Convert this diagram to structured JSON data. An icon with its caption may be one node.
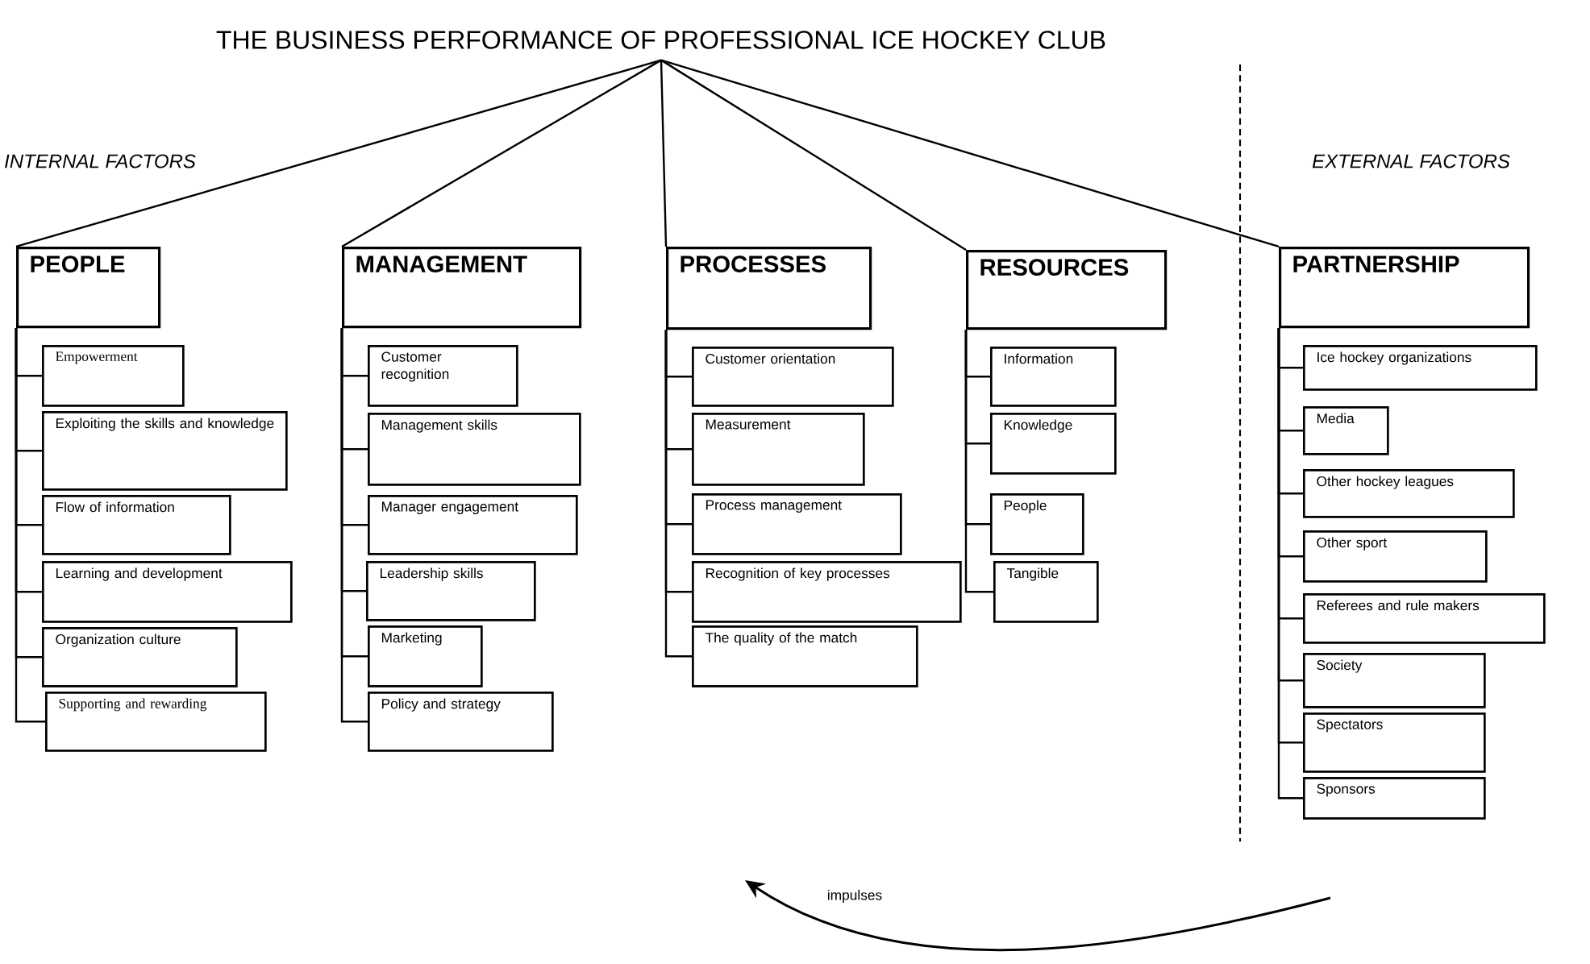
{
  "diagram": {
    "nodes": [
      {
        "text": [
          "THE BUSINESS PERFORMANCE OF PROFESSIONAL ICE HOCKEY CLUB"
        ]
      },
      {
        "text": [
          "PEOPLE"
        ]
      },
      {
        "text": [
          "Empowerment"
        ]
      },
      {
        "text": [
          "Exploiting the skills and knowledge"
        ]
      },
      {
        "text": [
          "Flow of information"
        ]
      },
      {
        "text": [
          "Learning and development"
        ]
      },
      {
        "text": [
          "Organization culture"
        ]
      },
      {
        "text": [
          "Supporting and rewarding"
        ]
      },
      {
        "text": [
          "MANAGEMENT"
        ]
      },
      {
        "text": [
          "Customer recognition"
        ]
      },
      {
        "text": [
          "Management skills"
        ]
      },
      {
        "text": [
          "Manager engagement"
        ]
      },
      {
        "text": [
          "Leadership skills"
        ]
      },
      {
        "text": [
          "Marketing"
        ]
      },
      {
        "text": [
          "Policy and strategy"
        ]
      },
      {
        "text": [
          "PROCESSES"
        ]
      },
      {
        "text": [
          "Customer orientation"
        ]
      },
      {
        "text": [
          "Measurement"
        ]
      },
      {
        "text": [
          "Process management"
        ]
      },
      {
        "text": [
          "Recognition of key processes"
        ]
      },
      {
        "text": [
          "The quality of the match"
        ]
      },
      {
        "text": [
          "RESOURCES"
        ]
      },
      {
        "text": [
          "Information"
        ]
      },
      {
        "text": [
          "Knowledge"
        ]
      },
      {
        "text": [
          "People"
        ]
      },
      {
        "text": [
          "Tangible"
        ]
      },
      {
        "text": [
          "PARTNERSHIP"
        ]
      },
      {
        "text": [
          "Ice hockey organizations"
        ]
      },
      {
        "text": [
          "Media"
        ]
      },
      {
        "text": [
          "Other hockey leagues"
        ]
      },
      {
        "text": [
          "Other sport"
        ]
      },
      {
        "text": [
          "Referees and rule makers"
        ]
      },
      {
        "text": [
          "Society"
        ]
      },
      {
        "text": [
          "Spectators"
        ]
      },
      {
        "text": [
          "Sponsors"
        ]
      }
    ],
    "edges": [
      {
        "from": 0,
        "to": 1,
        "arrow": "none"
      },
      {
        "from": 0,
        "to": 8,
        "arrow": "none"
      },
      {
        "from": 0,
        "to": 15,
        "arrow": "none"
      },
      {
        "from": 0,
        "to": 21,
        "arrow": "none"
      },
      {
        "from": 0,
        "to": 26,
        "arrow": "none"
      },
      {
        "from": 1,
        "to": 2,
        "arrow": "none"
      },
      {
        "from": 1,
        "to": 3,
        "arrow": "none"
      },
      {
        "from": 1,
        "to": 4,
        "arrow": "none"
      },
      {
        "from": 1,
        "to": 5,
        "arrow": "none"
      },
      {
        "from": 1,
        "to": 6,
        "arrow": "none"
      },
      {
        "from": 1,
        "to": 7,
        "arrow": "none"
      },
      {
        "from": 8,
        "to": 9,
        "arrow": "none"
      },
      {
        "from": 8,
        "to": 10,
        "arrow": "none"
      },
      {
        "from": 8,
        "to": 11,
        "arrow": "none"
      },
      {
        "from": 8,
        "to": 12,
        "arrow": "none"
      },
      {
        "from": 8,
        "to": 13,
        "arrow": "none"
      },
      {
        "from": 8,
        "to": 14,
        "arrow": "none"
      },
      {
        "from": 15,
        "to": 16,
        "arrow": "none"
      },
      {
        "from": 15,
        "to": 17,
        "arrow": "none"
      },
      {
        "from": 15,
        "to": 18,
        "arrow": "none"
      },
      {
        "from": 15,
        "to": 19,
        "arrow": "none"
      },
      {
        "from": 15,
        "to": 20,
        "arrow": "none"
      },
      {
        "from": 21,
        "to": 22,
        "arrow": "none"
      },
      {
        "from": 21,
        "to": 23,
        "arrow": "none"
      },
      {
        "from": 21,
        "to": 24,
        "arrow": "none"
      },
      {
        "from": 21,
        "to": 25,
        "arrow": "none"
      },
      {
        "from": 26,
        "to": 27,
        "arrow": "none"
      },
      {
        "from": 26,
        "to": 28,
        "arrow": "none"
      },
      {
        "from": 26,
        "to": 29,
        "arrow": "none"
      },
      {
        "from": 26,
        "to": 30,
        "arrow": "none"
      },
      {
        "from": 26,
        "to": 31,
        "arrow": "none"
      },
      {
        "from": 26,
        "to": 32,
        "arrow": "none"
      },
      {
        "from": 26,
        "to": 33,
        "arrow": "none"
      },
      {
        "from": 26,
        "to": 34,
        "arrow": "none"
      }
    ],
    "labels": [
      "INTERNAL FACTORS",
      "EXTERNAL FACTORS",
      "impulses"
    ]
  }
}
